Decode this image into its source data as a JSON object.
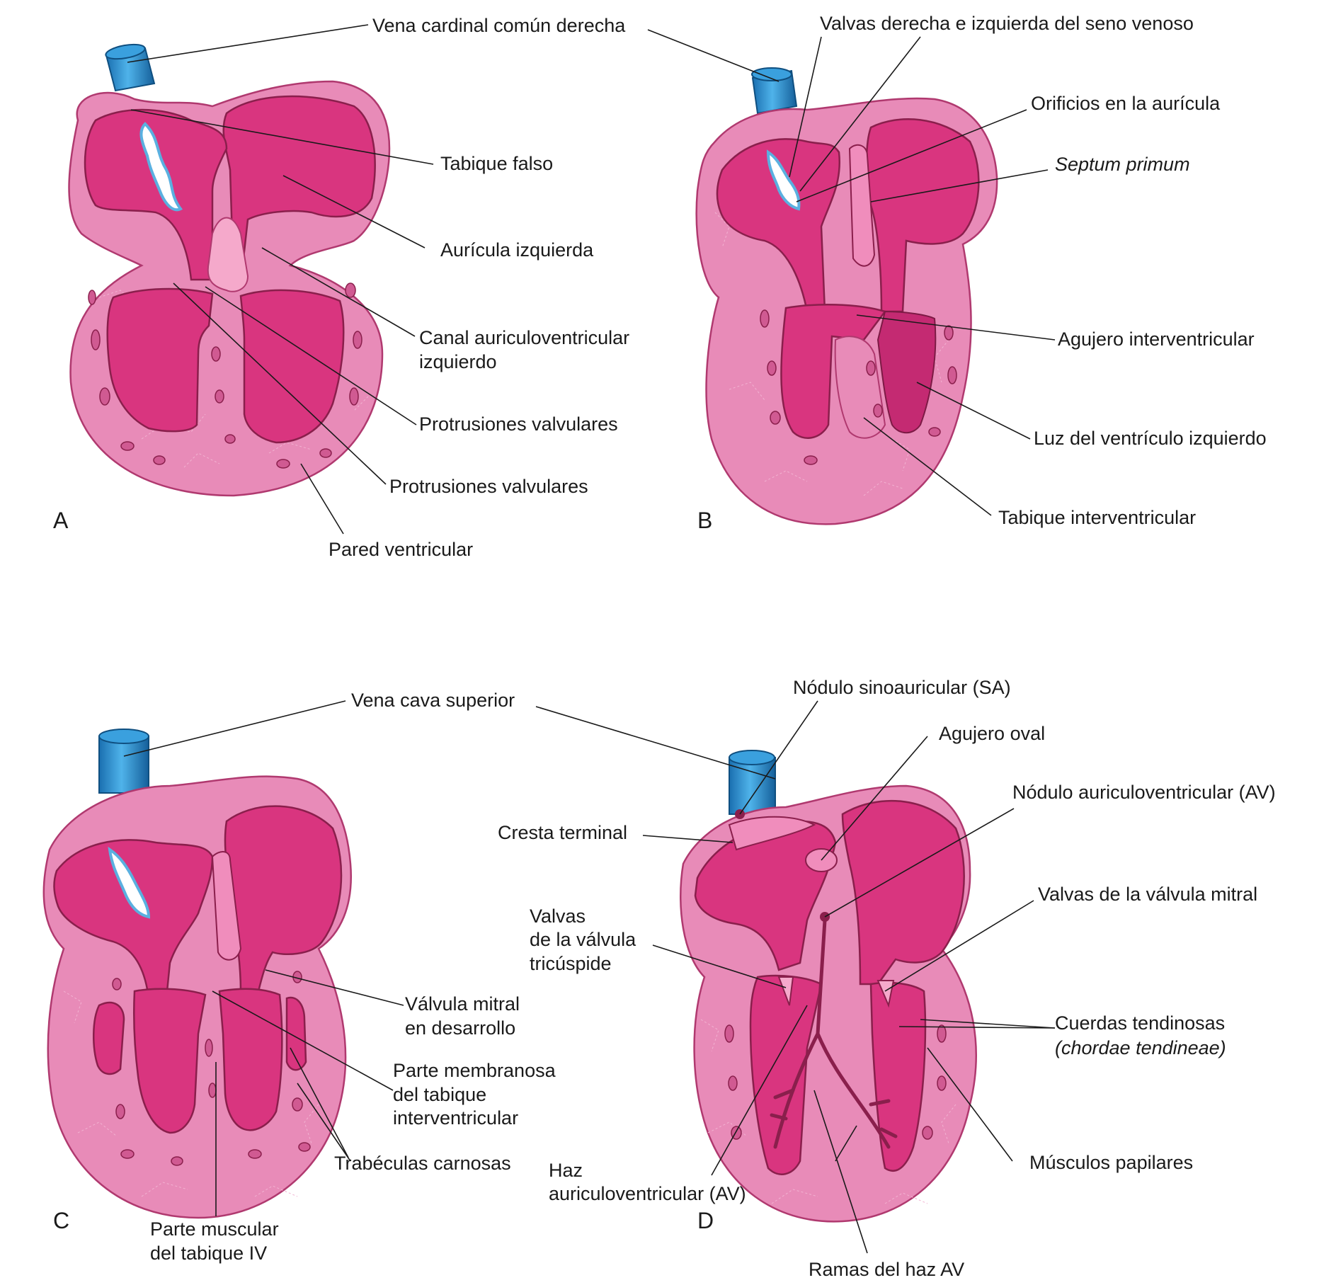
{
  "colors": {
    "wall": "#e88bb8",
    "chamber": "#d9357f",
    "vessel": "#2a8fd0",
    "valve_edge": "#5ab0e0"
  },
  "panels": {
    "A": {
      "letter": "A",
      "labels": {
        "vena_cardinal": "Vena cardinal común derecha",
        "tabique_falso": "Tabique falso",
        "auricula_izq": "Aurícula izquierda",
        "canal_av_1": "Canal auriculoventricular",
        "canal_av_2": "izquierdo",
        "protrusiones_1": "Protrusiones valvulares",
        "protrusiones_2": "Protrusiones valvulares",
        "pared": "Pared ventricular"
      }
    },
    "B": {
      "letter": "B",
      "labels": {
        "valvas_seno": "Valvas derecha e izquierda del seno venoso",
        "orificios": "Orificios en la aurícula",
        "septum_primum": "Septum primum",
        "agujero_iv": "Agujero interventricular",
        "luz_vi": "Luz del ventrículo izquierdo",
        "tabique_iv": "Tabique interventricular"
      }
    },
    "C": {
      "letter": "C",
      "labels": {
        "vena_cava": "Vena cava superior",
        "mitral_1": "Válvula mitral",
        "mitral_2": "en desarrollo",
        "membranosa_1": "Parte membranosa",
        "membranosa_2": "del tabique",
        "membranosa_3": "interventricular",
        "trabeculas": "Trabéculas carnosas",
        "muscular_1": "Parte muscular",
        "muscular_2": "del tabique IV"
      }
    },
    "D": {
      "letter": "D",
      "labels": {
        "nodulo_sa": "Nódulo sinoauricular (SA)",
        "agujero_oval": "Agujero oval",
        "nodulo_av": "Nódulo auriculoventricular (AV)",
        "cresta": "Cresta terminal",
        "valvas_mitral": "Valvas de la válvula mitral",
        "tricuspide_1": "Valvas",
        "tricuspide_2": "de la válvula",
        "tricuspide_3": "tricúspide",
        "cuerdas_1": "Cuerdas tendinosas",
        "cuerdas_2": "(chordae tendineae)",
        "musculos": "Músculos papilares",
        "haz_1": "Haz",
        "haz_2": "auriculoventricular (AV)",
        "ramas": "Ramas del haz AV"
      }
    }
  }
}
